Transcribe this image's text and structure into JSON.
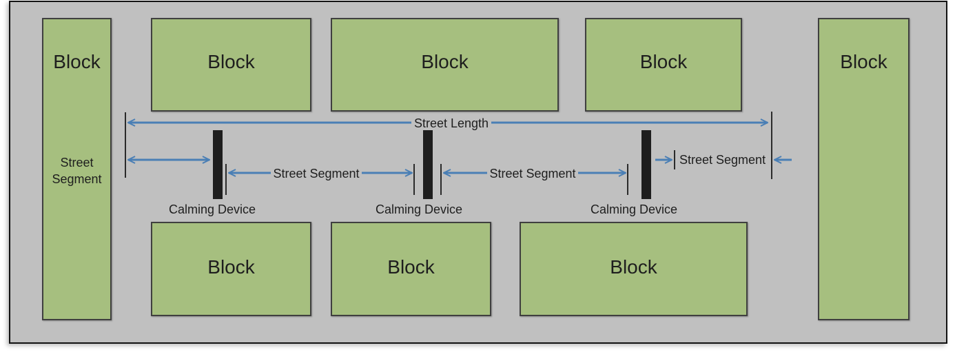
{
  "diagram": {
    "colors": {
      "street": "#c0c0c0",
      "block_fill": "#a6bf7f",
      "block_border": "#3f3f3f",
      "arrow": "#4a7fb5",
      "device": "#1e1e1e"
    },
    "blocks": {
      "left_side": {
        "label": "Block",
        "sublabel_line1": "Street",
        "sublabel_line2": "Segment"
      },
      "top": [
        "Block",
        "Block",
        "Block"
      ],
      "bottom": [
        "Block",
        "Block",
        "Block"
      ],
      "right_side": {
        "label": "Block"
      }
    },
    "street_length_label": "Street Length",
    "segment_labels": [
      "Street Segment",
      "Street Segment",
      "Street Segment"
    ],
    "calming_device_labels": [
      "Calming Device",
      "Calming Device",
      "Calming Device"
    ]
  }
}
